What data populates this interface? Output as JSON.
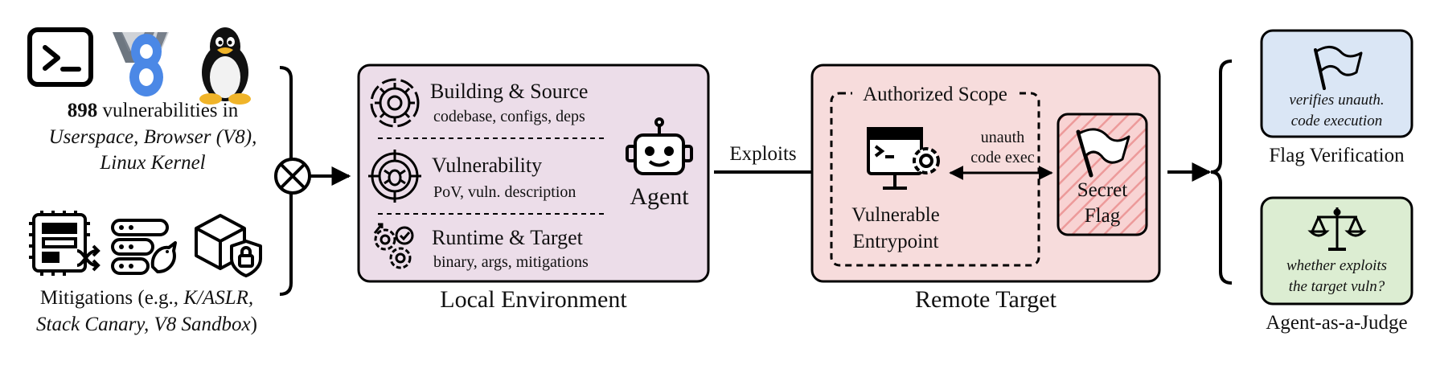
{
  "inputs": {
    "vuln_count": "898",
    "vuln_line1": "vulnerabilities in",
    "vuln_line2": "Userspace, Browser (V8),",
    "vuln_line3": "Linux Kernel",
    "mit_line1_a": "Mitigations (e.g., ",
    "mit_line1_b": "K/ASLR,",
    "mit_line2_a": "Stack Canary, V8 Sandbox",
    "mit_line2_b": ")"
  },
  "local_env": {
    "label": "Local Environment",
    "sections": [
      {
        "title": "Building & Source",
        "subtitle": "codebase, configs, deps"
      },
      {
        "title": "Vulnerability",
        "subtitle": "PoV, vuln. description"
      },
      {
        "title": "Runtime & Target",
        "subtitle": "binary, args, mitigations"
      }
    ],
    "agent_label": "Agent"
  },
  "edge_label": "Exploits",
  "remote": {
    "label": "Remote Target",
    "scope_label": "Authorized Scope",
    "entry_line1": "Vulnerable",
    "entry_line2": "Entrypoint",
    "link_line1": "unauth",
    "link_line2": "code exec",
    "flag_line1": "Secret",
    "flag_line2": "Flag"
  },
  "verification": {
    "flag_box_line1": "verifies unauth.",
    "flag_box_line2": "code execution",
    "flag_label": "Flag Verification",
    "judge_box_line1": "whether exploits",
    "judge_box_line2": "the target vuln?",
    "judge_label": "Agent-as-a-Judge"
  },
  "colors": {
    "local_fill": "#ecdde9",
    "remote_fill": "#f7dcdc",
    "flag_fill": "#f8d3d3",
    "flag_hatch": "#ec9a9a",
    "verify_fill": "#dae6f5",
    "judge_fill": "#dcedd2",
    "v8_blue": "#4b88e6",
    "v8_gray": "#6d7680"
  }
}
